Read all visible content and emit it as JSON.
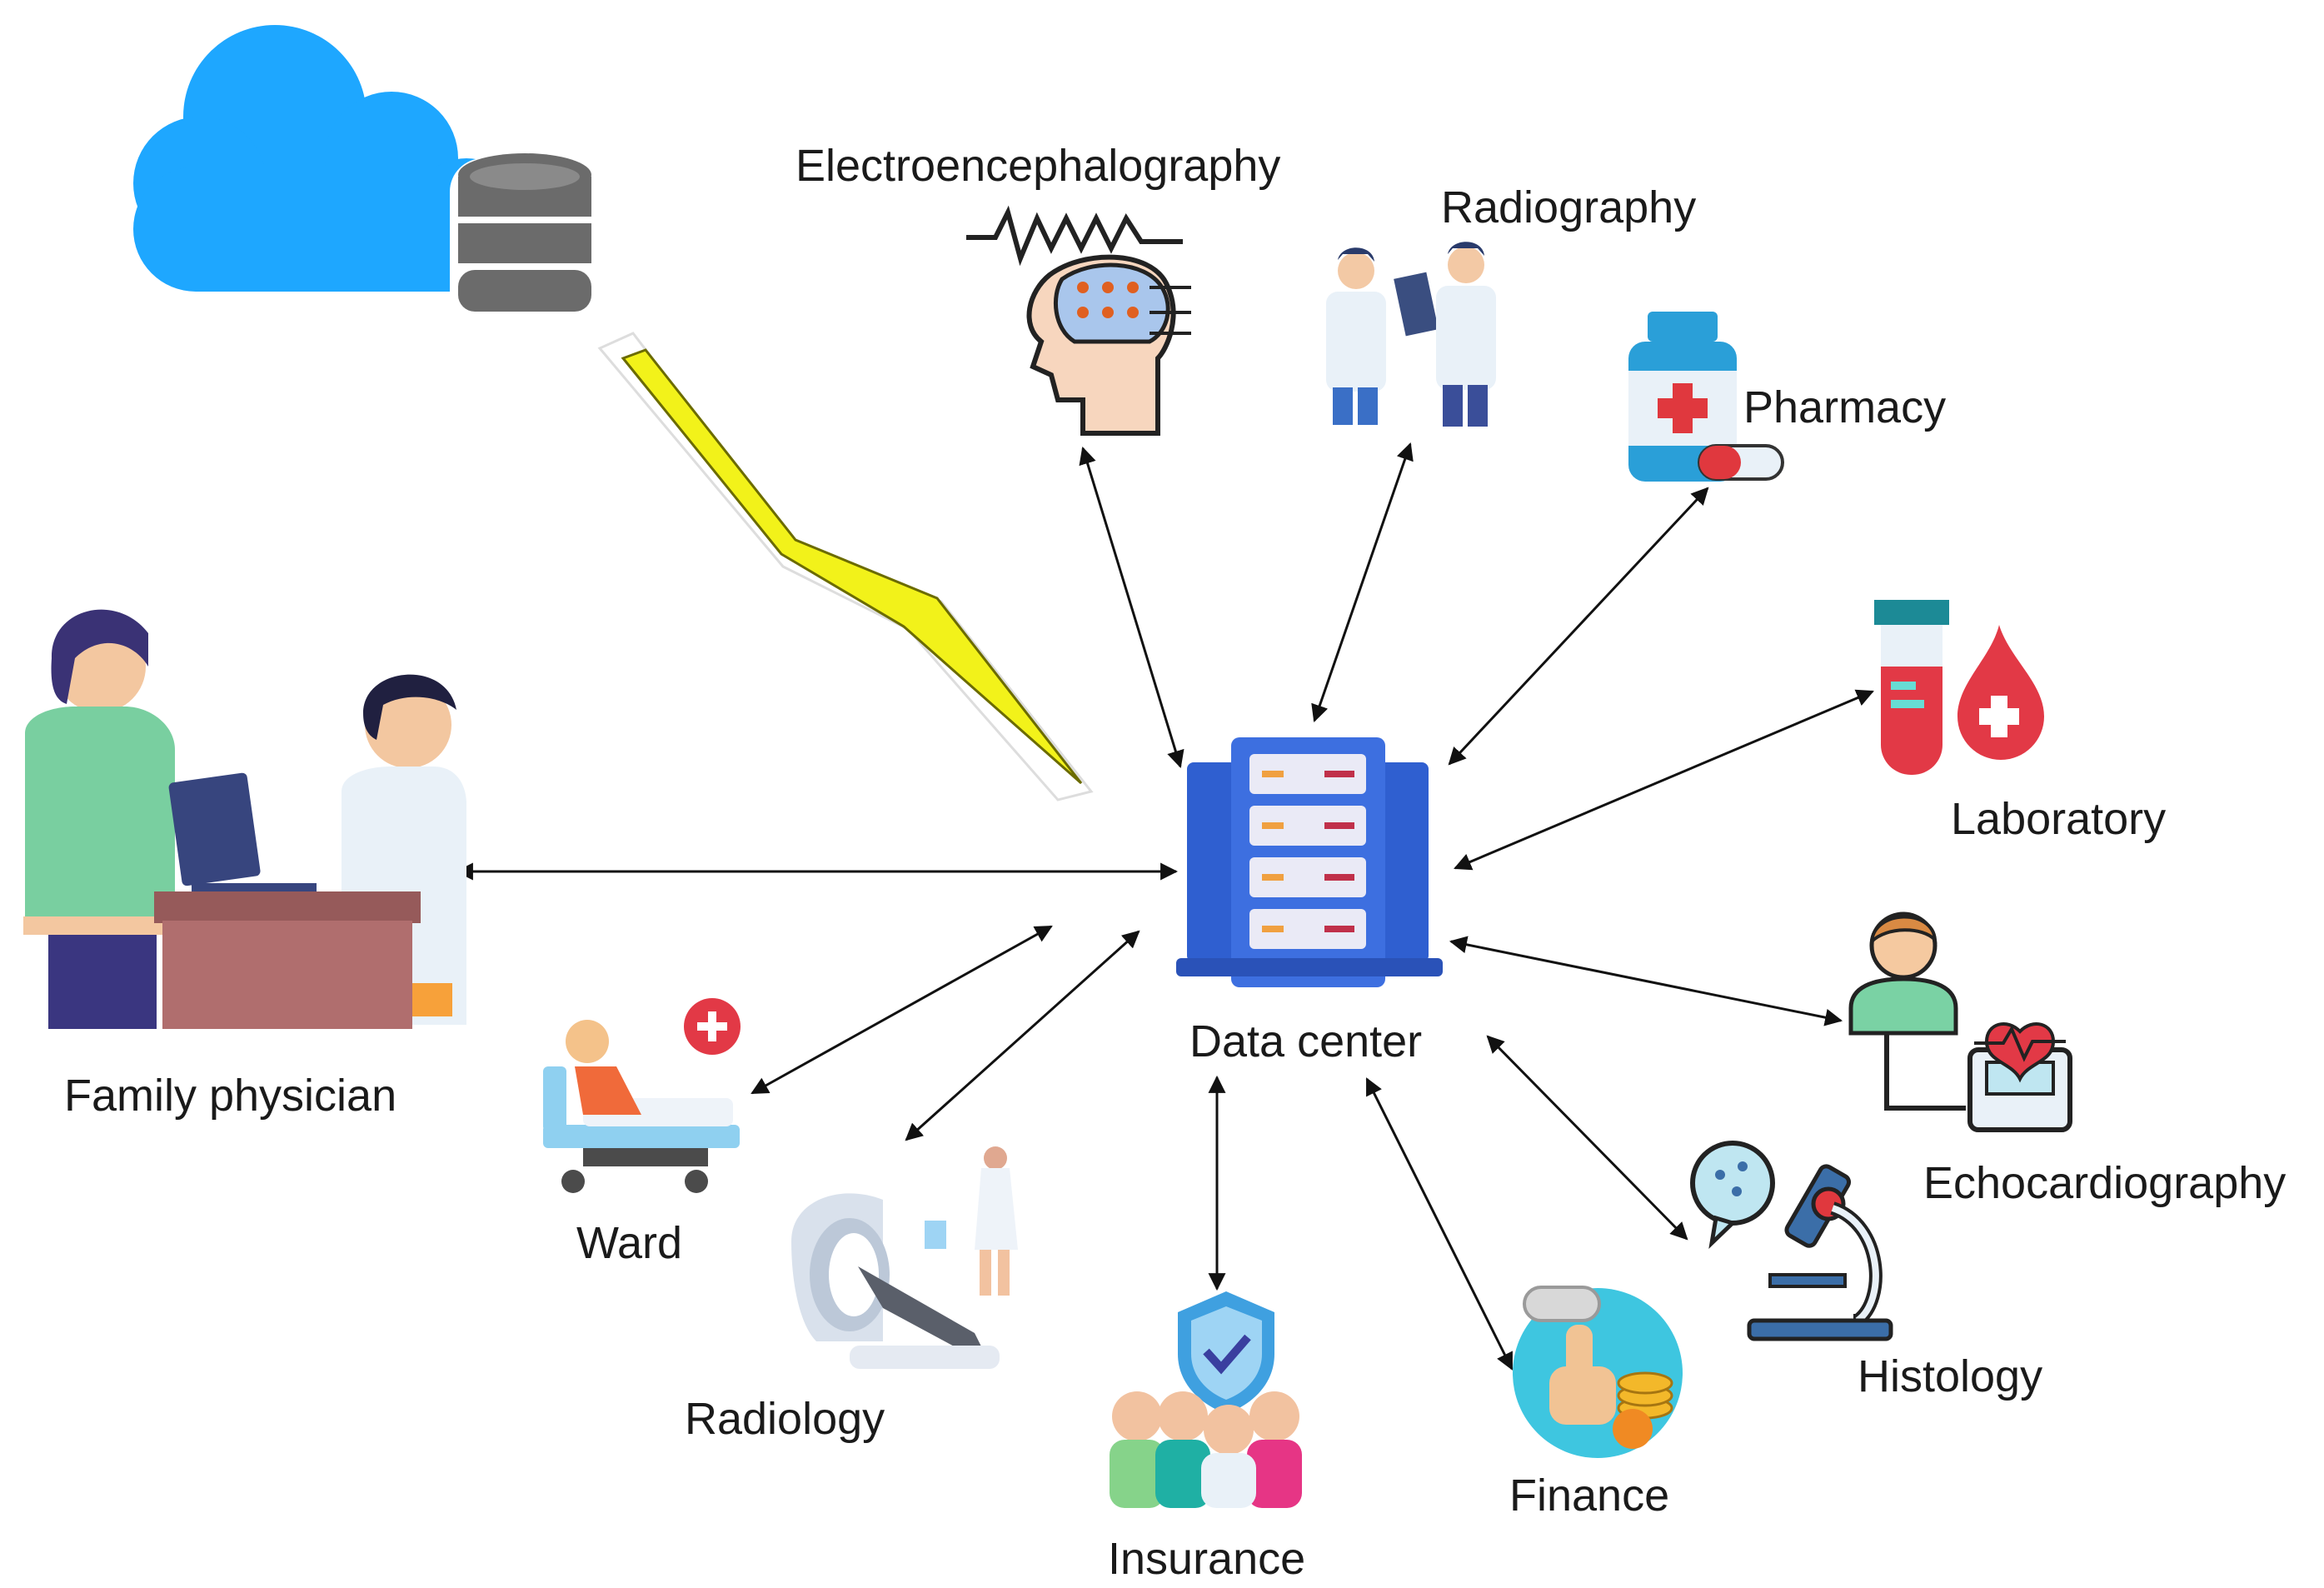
{
  "nodes": {
    "eeg": "Electroencephalography",
    "radiography": "Radiography",
    "pharmacy": "Pharmacy",
    "laboratory": "Laboratory",
    "echocardiography": "Echocardiography",
    "histology": "Histology",
    "finance": "Finance",
    "insurance": "Insurance",
    "radiology": "Radiology",
    "ward": "Ward",
    "family": "Family physician",
    "datacenter": "Data center"
  },
  "icons": {
    "cloud": "cloud-database-icon",
    "link": "lightning-link-icon",
    "datacenter": "server-rack-icon",
    "eeg": "brain-eeg-icon",
    "radiography": "doctors-xray-icon",
    "pharmacy": "medicine-bottle-icon",
    "laboratory": "blood-test-icon",
    "echocardiography": "heart-monitor-icon",
    "histology": "microscope-icon",
    "finance": "payment-icon",
    "insurance": "insurance-shield-icon",
    "radiology": "ct-scanner-icon",
    "ward": "hospital-bed-icon",
    "family": "doctor-patient-icon"
  },
  "colors": {
    "cloud": "#1ea7ff",
    "server": "#2f5fd0",
    "lightning": "#f2f21a",
    "arrow": "#111111"
  }
}
